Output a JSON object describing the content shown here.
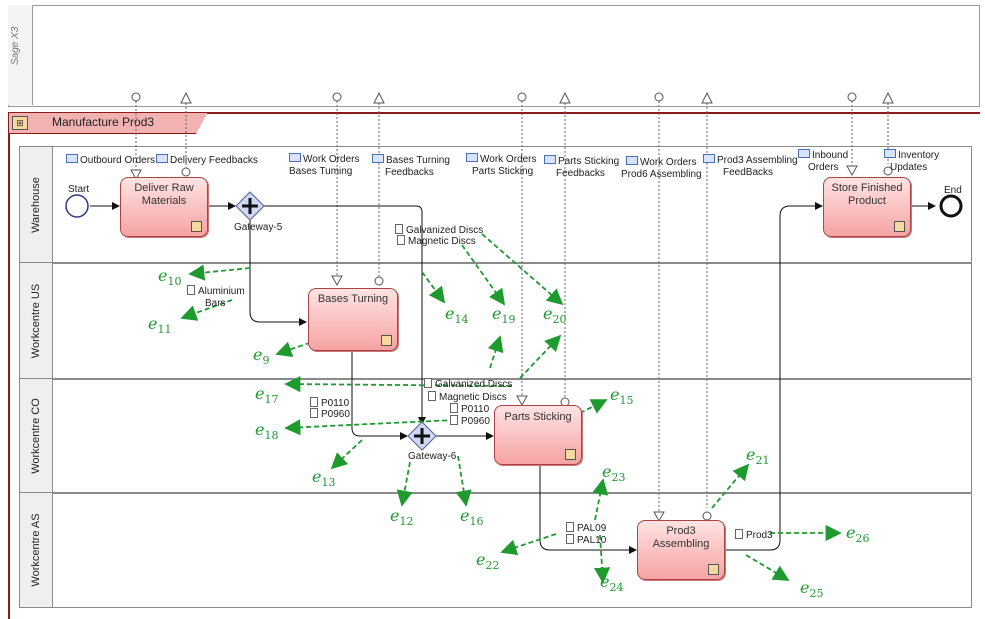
{
  "pools": {
    "top_label": "Sage X3",
    "main_title": "Manufacture Prod3"
  },
  "lanes": [
    "Warehouse",
    "Workcentre US",
    "Workcentre CO",
    "Workcentre AS"
  ],
  "events": {
    "start": "Start",
    "end": "End"
  },
  "tasks": {
    "deliver": "Deliver Raw Materials",
    "bases": "Bases Turning",
    "sticking": "Parts Sticking",
    "assembling": "Prod3 Assembling",
    "store": "Store Finished Product"
  },
  "gateways": {
    "g5": "Gateway-5",
    "g6": "Gateway-6"
  },
  "messages": {
    "outbound": "Outbourd Orders",
    "delivery": "Delivery Feedbacks",
    "wo_bases_1": "Work Orders",
    "wo_bases_2": "Bases Tuming",
    "btf_1": "Bases Turning",
    "btf_2": "Feedbacks",
    "wo_sticking_1": "Work Orders",
    "wo_sticking_2": "Parts Sticking",
    "psf_1": "Parts Sticking",
    "psf_2": "Feedbacks",
    "wo_assembling_1": "Work Orders",
    "wo_assembling_2": "Prod6 Assembling",
    "paf_1": "Prod3 Assembling",
    "paf_2": "FeedBacks",
    "inbound_1": "Inbound",
    "inbound_2": "Orders",
    "inventory_1": "Inventory",
    "inventory_2": "Updates"
  },
  "data_objects": {
    "galvanized_top": "Galvanized Discs",
    "magnetic_top": "Magnetic Discs",
    "aluminium_1": "Aluminium",
    "aluminium_2": "Bars",
    "p0110_left": "P0110",
    "p0960_left": "P0960",
    "galvanized_mid": "Galvanized Discs",
    "magnetic_mid": "Magnetic Discs",
    "p0110_mid": "P0110",
    "p0960_mid": "P0960",
    "pal09": "PAL09",
    "pal10": "PAL10",
    "prod3": "Prod3"
  },
  "annotations": {
    "e9": "9",
    "e10": "10",
    "e11": "11",
    "e12": "12",
    "e13": "13",
    "e14": "14",
    "e15": "15",
    "e16": "16",
    "e17": "17",
    "e18": "18",
    "e19": "19",
    "e20": "20",
    "e21": "21",
    "e22": "22",
    "e23": "23",
    "e24": "24",
    "e25": "25",
    "e26": "26"
  },
  "colors": {
    "annotation_green": "#1f9a2f",
    "task_fill": "#f6a3a3",
    "pool_border": "#8b1a1a"
  }
}
